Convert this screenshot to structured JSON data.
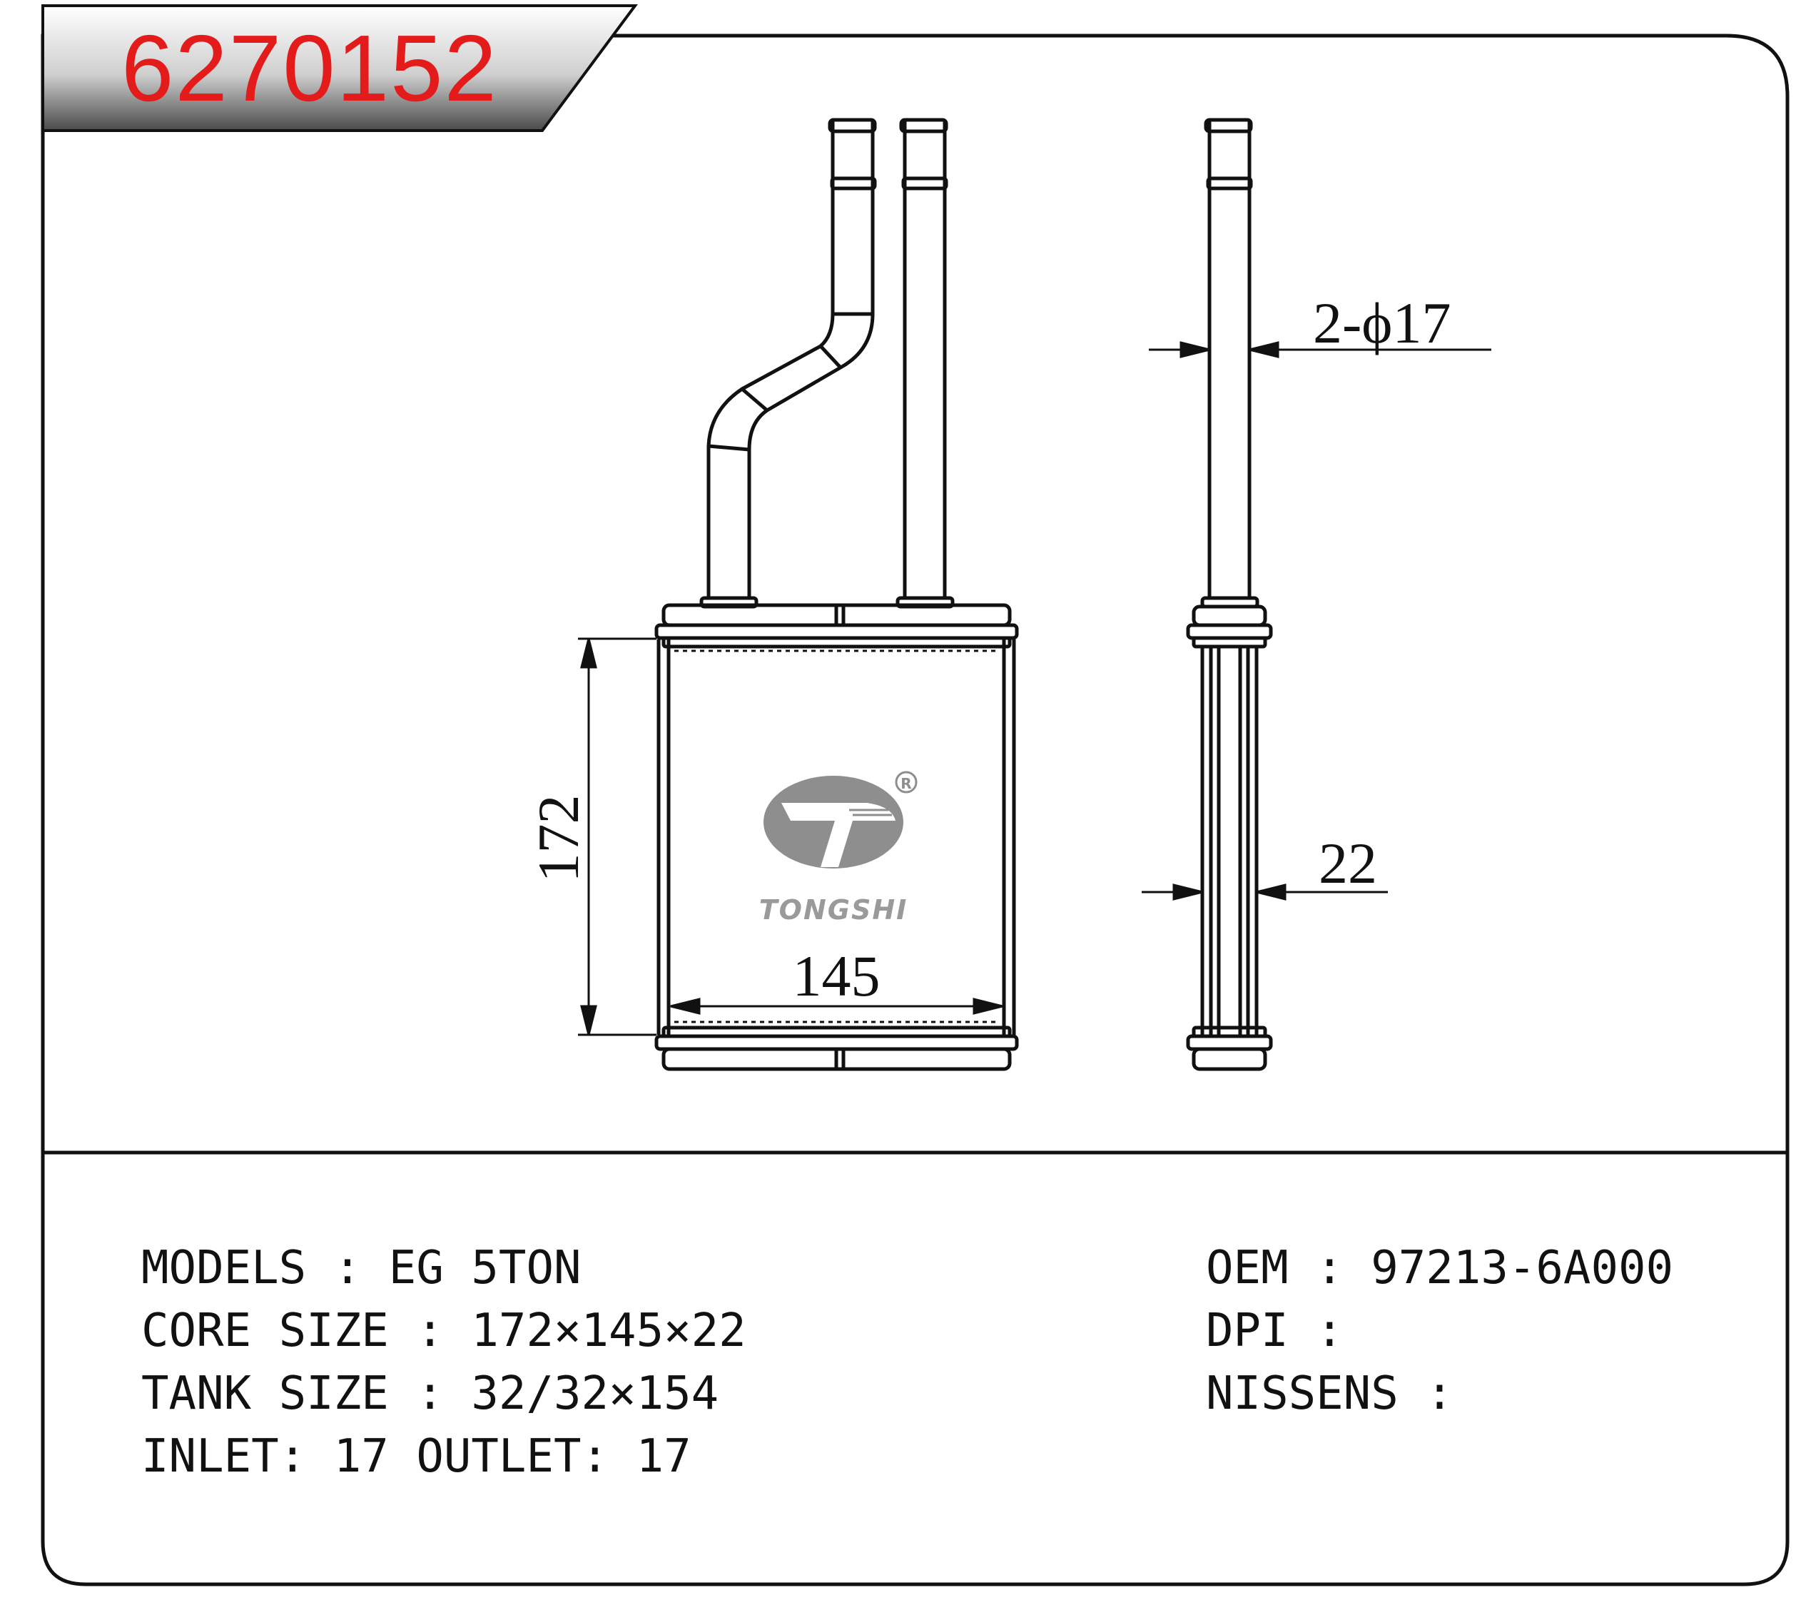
{
  "header": {
    "part_number": "6270152"
  },
  "drawing": {
    "dim_height": "172",
    "dim_width": "145",
    "dim_thickness": "22",
    "dim_pipe": "2-ϕ17",
    "logo": {
      "wordmark": "TONGSHI",
      "registered_mark": "R"
    }
  },
  "specs": {
    "left": [
      {
        "label": "MODELS : ",
        "value": "EG 5TON"
      },
      {
        "label": "CORE SIZE : ",
        "value": "172×145×22"
      },
      {
        "label": "TANK SIZE : ",
        "value": "32/32×154"
      },
      {
        "label": "INLET: ",
        "value": "17 OUTLET: 17"
      }
    ],
    "right": [
      {
        "label": "OEM : ",
        "value": "97213-6A000"
      },
      {
        "label": "DPI : ",
        "value": ""
      },
      {
        "label": "NISSENS : ",
        "value": ""
      }
    ]
  }
}
